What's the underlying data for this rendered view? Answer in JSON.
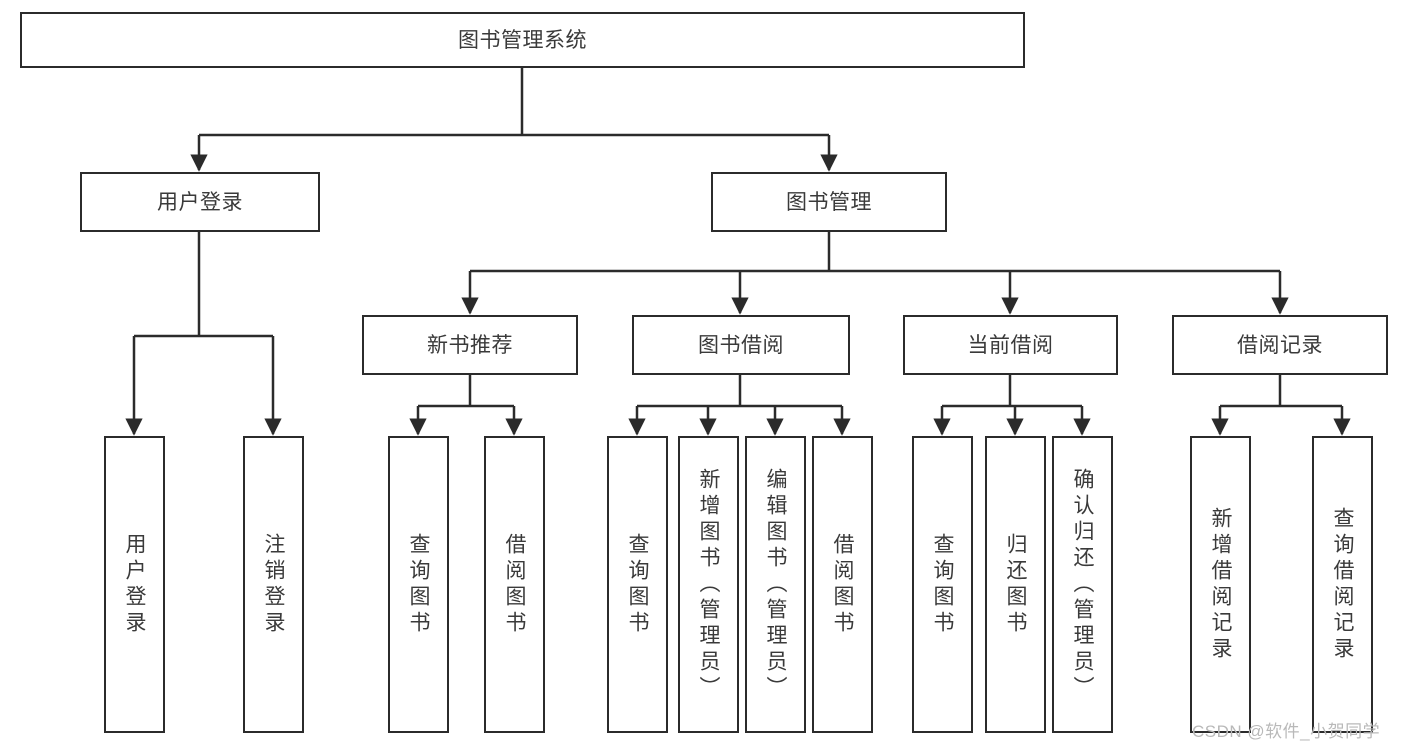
{
  "diagram": {
    "title": "图书管理系统",
    "type": "tree-hierarchy-chart",
    "watermark": "CSDN @软件_小贺同学",
    "colors": {
      "background": "#ffffff",
      "box_border": "#2b2b2b",
      "box_fill": "#ffffff",
      "text": "#3a3a3a",
      "connector": "#2b2b2b",
      "watermark": "#b9b9b9"
    }
  },
  "nodes": {
    "root": {
      "label": "图书管理系统"
    },
    "level1": [
      {
        "id": "user-login",
        "label": "用户登录"
      },
      {
        "id": "book-management",
        "label": "图书管理"
      }
    ],
    "level2": [
      {
        "id": "new-book-recommend",
        "label": "新书推荐"
      },
      {
        "id": "book-borrow",
        "label": "图书借阅"
      },
      {
        "id": "current-borrow",
        "label": "当前借阅"
      },
      {
        "id": "borrow-record",
        "label": "借阅记录"
      }
    ],
    "leaves": {
      "user_login": [
        {
          "id": "leaf-user-login",
          "label": "用户登录"
        },
        {
          "id": "leaf-logout",
          "label": "注销登录"
        }
      ],
      "new_book_recommend": [
        {
          "id": "leaf-query-book-1",
          "label": "查询图书"
        },
        {
          "id": "leaf-borrow-book-1",
          "label": "借阅图书"
        }
      ],
      "book_borrow": [
        {
          "id": "leaf-query-book-2",
          "label": "查询图书"
        },
        {
          "id": "leaf-add-book",
          "label": "新增图书（管理员）"
        },
        {
          "id": "leaf-edit-book",
          "label": "编辑图书（管理员）"
        },
        {
          "id": "leaf-borrow-book-2",
          "label": "借阅图书"
        }
      ],
      "current_borrow": [
        {
          "id": "leaf-query-book-3",
          "label": "查询图书"
        },
        {
          "id": "leaf-return-book",
          "label": "归还图书"
        },
        {
          "id": "leaf-confirm-return",
          "label": "确认归还（管理员）"
        }
      ],
      "borrow_record": [
        {
          "id": "leaf-add-record",
          "label": "新增借阅记录"
        },
        {
          "id": "leaf-query-record",
          "label": "查询借阅记录"
        }
      ]
    }
  }
}
